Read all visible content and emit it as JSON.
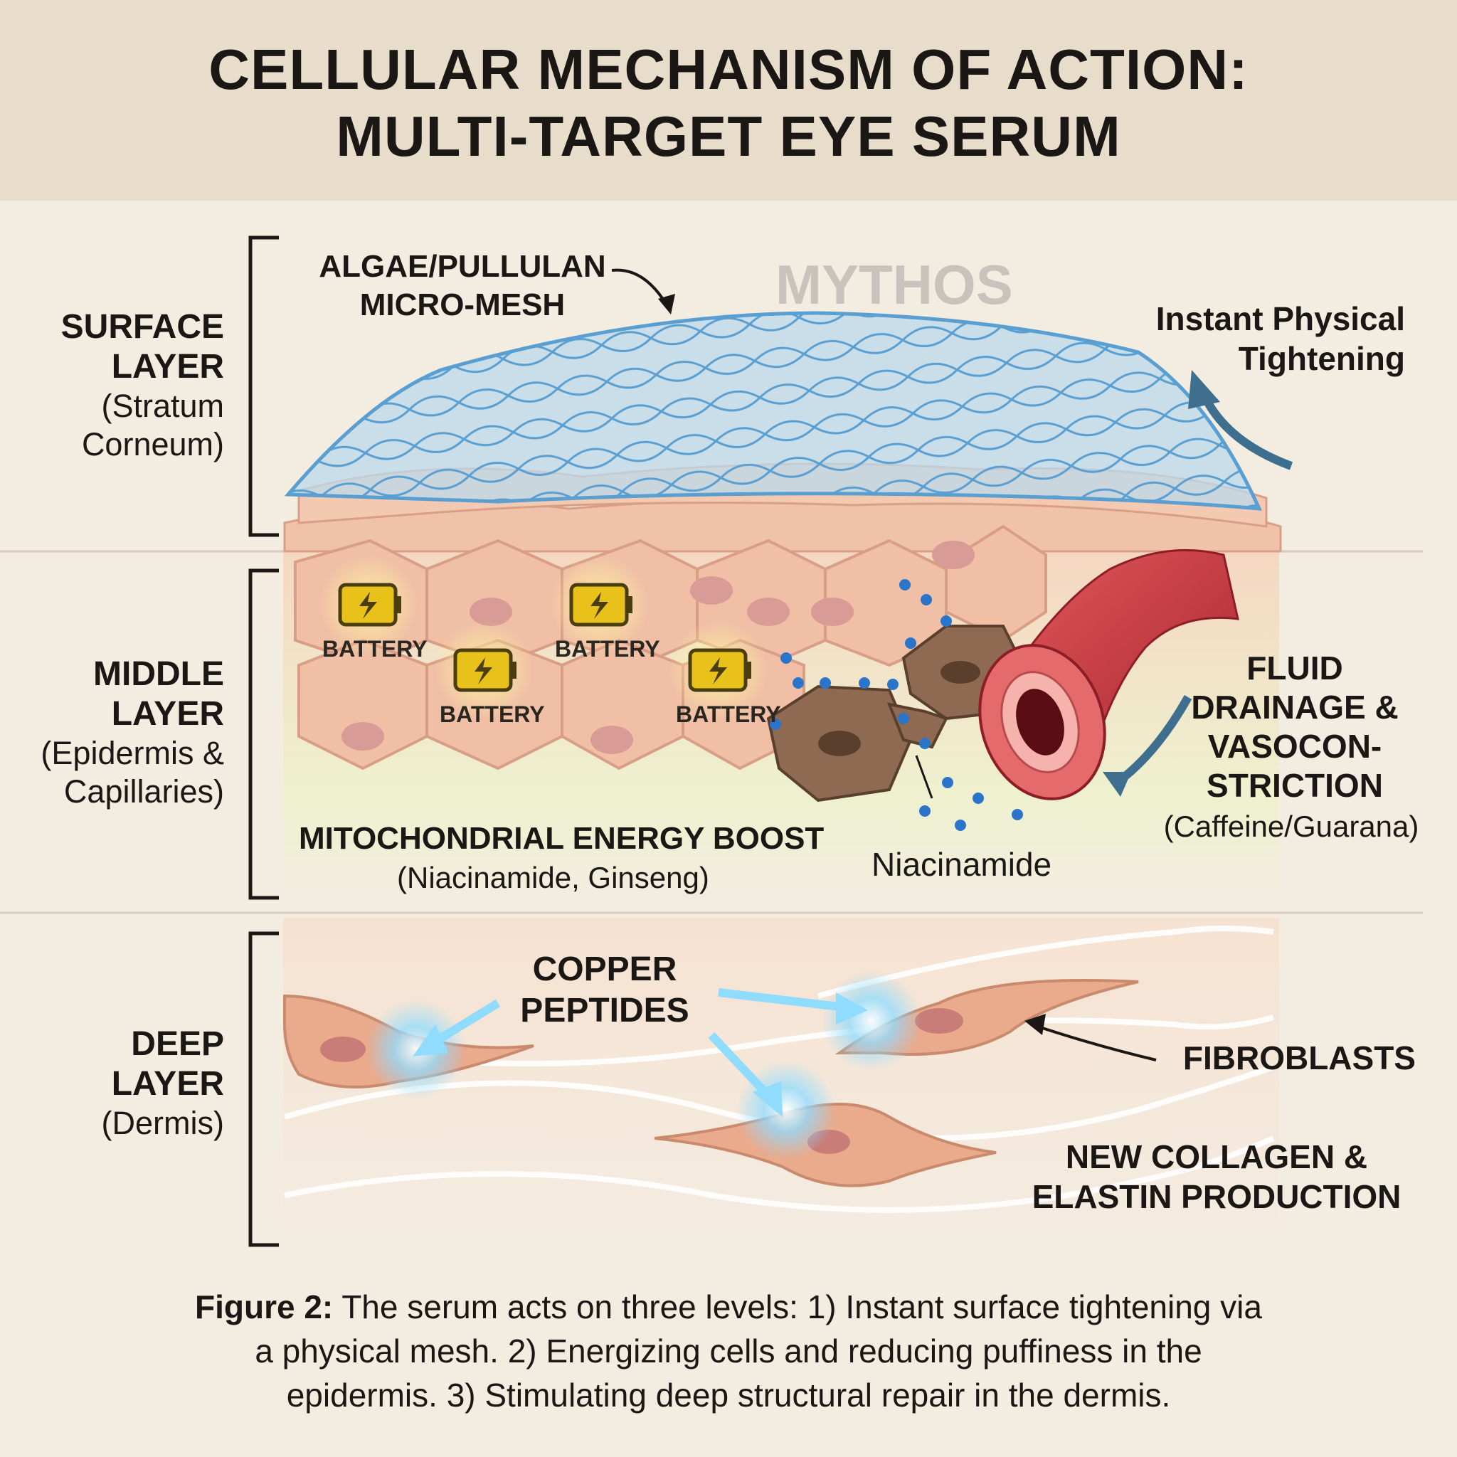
{
  "title": {
    "line1": "CELLULAR MECHANISM OF ACTION:",
    "line2": "MULTI-TARGET EYE SERUM"
  },
  "watermark": "MYTHOS",
  "layers": {
    "surface": {
      "name1": "SURFACE",
      "name2": "LAYER",
      "sub1": "(Stratum",
      "sub2": "Corneum)"
    },
    "middle": {
      "name1": "MIDDLE",
      "name2": "LAYER",
      "sub1": "(Epidermis &",
      "sub2": "Capillaries)"
    },
    "deep": {
      "name1": "DEEP",
      "name2": "LAYER",
      "sub1": "(Dermis)"
    }
  },
  "annotations": {
    "mesh_line1": "ALGAE/PULLULAN",
    "mesh_line2": "MICRO-MESH",
    "tightening_line1": "Instant Physical",
    "tightening_line2": "Tightening",
    "battery_label": "BATTERY",
    "mito_title": "MITOCHONDRIAL ENERGY BOOST",
    "mito_sub": "(Niacinamide, Ginseng)",
    "niacinamide": "Niacinamide",
    "fluid_line1": "FLUID",
    "fluid_line2": "DRAINAGE &",
    "fluid_line3": "VASOCON-",
    "fluid_line4": "STRICTION",
    "fluid_sub": "(Caffeine/Guarana)",
    "copper_line1": "COPPER",
    "copper_line2": "PEPTIDES",
    "fibroblasts": "FIBROBLASTS",
    "collagen_line1": "NEW COLLAGEN &",
    "collagen_line2": "ELASTIN PRODUCTION"
  },
  "caption": {
    "lead": "Figure 2:",
    "line1": " The serum acts on three levels: 1) Instant surface tightening via",
    "line2": "a physical mesh. 2) Energizing cells and reducing puffiness in the",
    "line3": "epidermis. 3) Stimulating deep structural repair in the dermis."
  },
  "colors": {
    "background": "#f3ece1",
    "title_band": "#e8dccb",
    "cell_fill": "#f0bfa6",
    "cell_nucleus": "#d99b95",
    "mesh": "#5a9fd1",
    "battery": "#e8c21a",
    "vessel": "#c8353b",
    "debris_cell": "#8f6a52",
    "dot": "#2a74c9",
    "glow": "#7fd3ff",
    "arrow_blue": "#3f6f8e"
  }
}
